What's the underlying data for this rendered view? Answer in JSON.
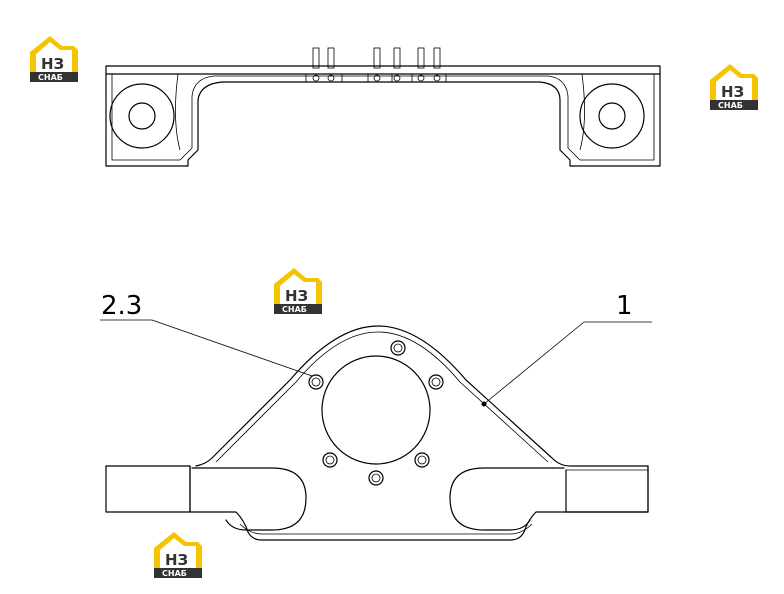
{
  "callouts": {
    "left_label": "2.3",
    "right_label": "1"
  },
  "watermark": {
    "line1": "НЗ",
    "line2": "СНАБ",
    "colors": {
      "yellow": "#f5c400",
      "dark": "#333333"
    }
  },
  "icons": [
    "logo-watermark-icon",
    "nut-icon",
    "bolt-hole-icon"
  ]
}
